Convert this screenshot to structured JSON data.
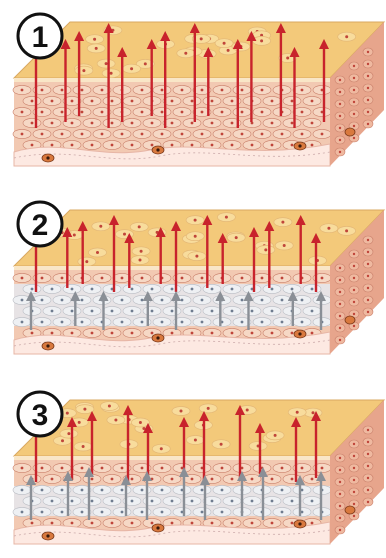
{
  "panels": [
    {
      "number": "1",
      "red_arrows": 14,
      "gray_arrows": 0
    },
    {
      "number": "2",
      "red_arrows": 13,
      "gray_arrows": 9
    },
    {
      "number": "3",
      "red_arrows": 11,
      "gray_arrows": 11
    }
  ],
  "colors": {
    "surface_top": "#f3c97a",
    "surface_top_light": "#f8dc9c",
    "tissue": "#f2c9b2",
    "tissue_dark": "#e7a58c",
    "cell_outline": "#c97f6a",
    "cell_nucleus": "#c0453a",
    "faded_cells": "#e6e6ea",
    "basal_band": "#fde9e2",
    "red_arrow": "#c8232c",
    "gray_arrow": "#8a8f96",
    "number_circle_stroke": "#111111"
  }
}
